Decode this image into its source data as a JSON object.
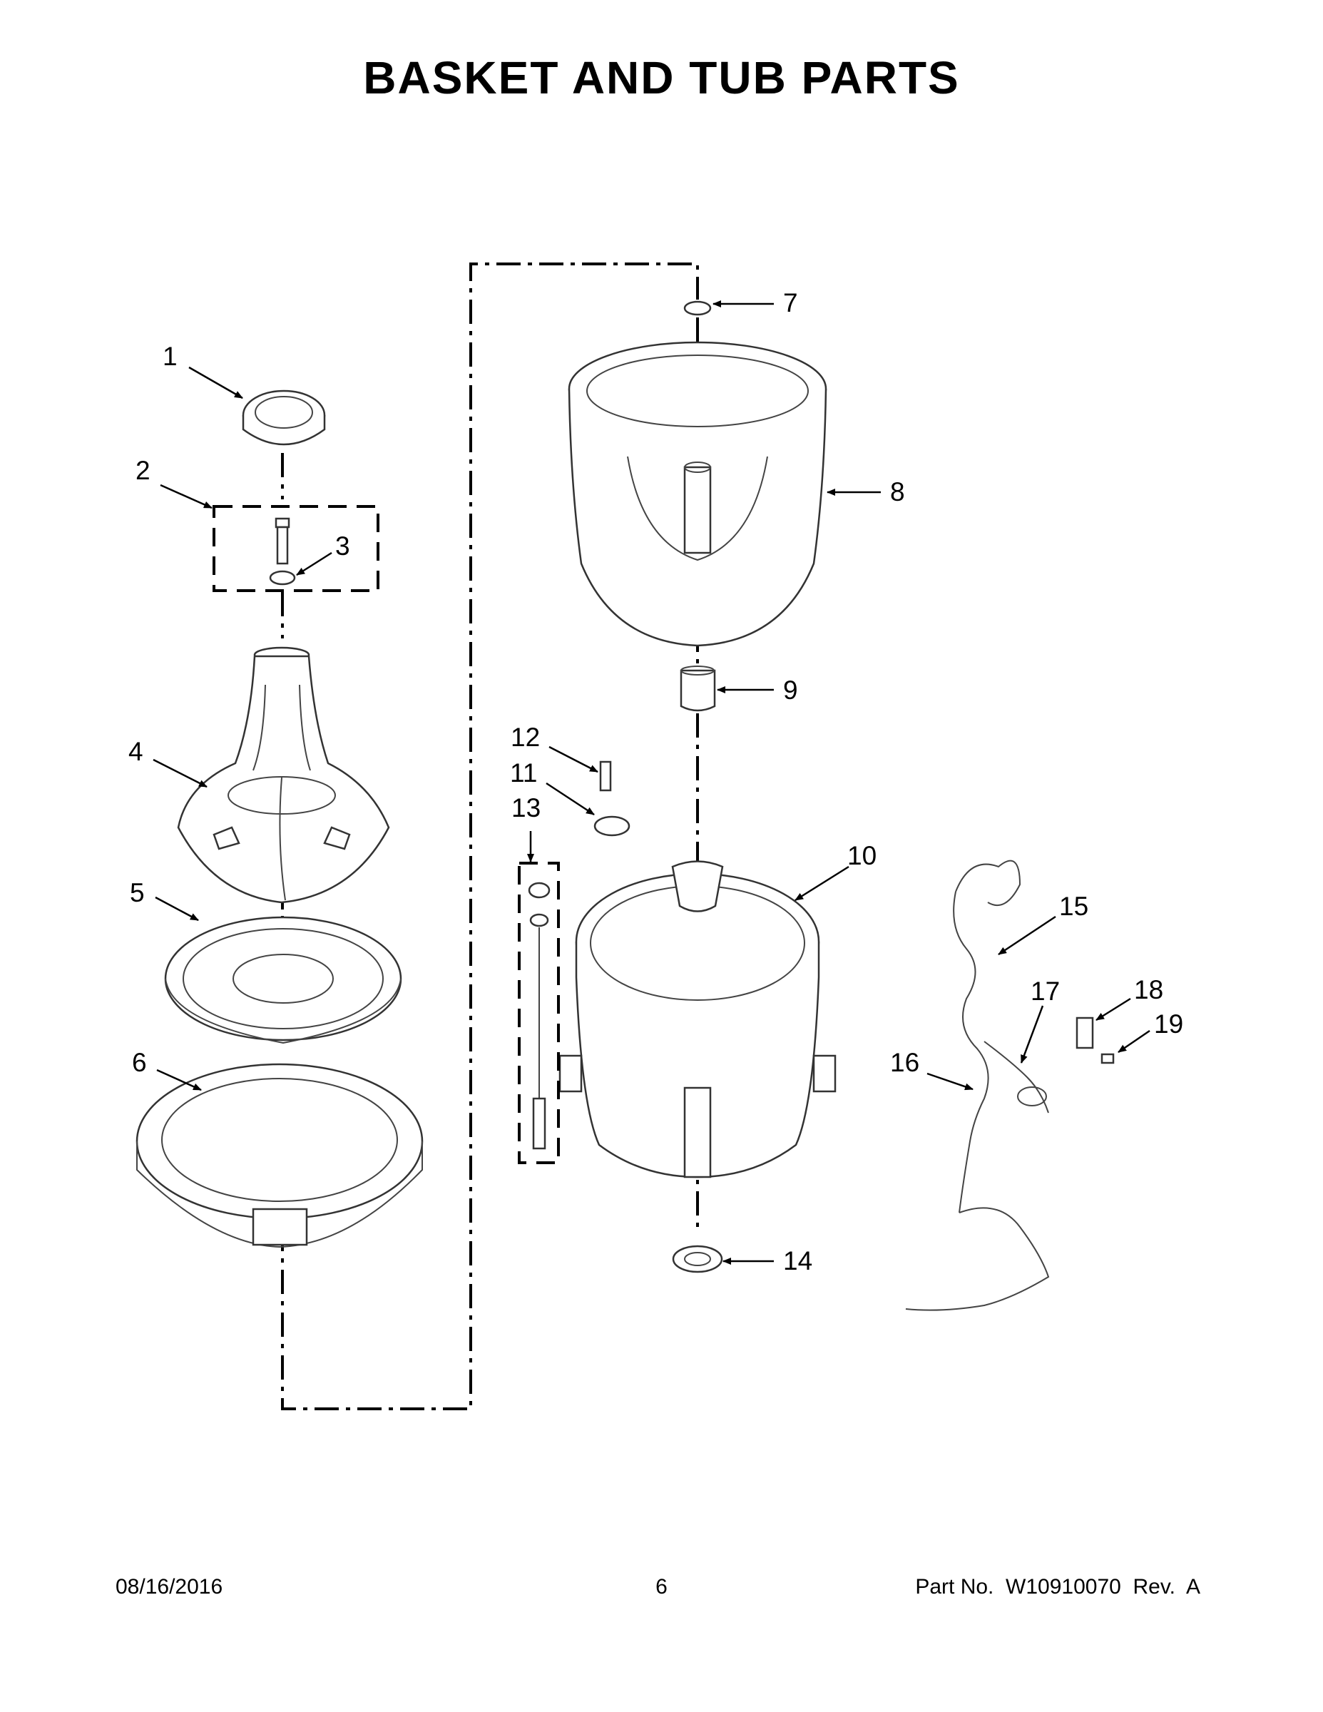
{
  "title": "BASKET AND TUB PARTS",
  "callouts": [
    {
      "id": "1",
      "label": "1"
    },
    {
      "id": "2",
      "label": "2"
    },
    {
      "id": "3",
      "label": "3"
    },
    {
      "id": "4",
      "label": "4"
    },
    {
      "id": "5",
      "label": "5"
    },
    {
      "id": "6",
      "label": "6"
    },
    {
      "id": "7",
      "label": "7"
    },
    {
      "id": "8",
      "label": "8"
    },
    {
      "id": "9",
      "label": "9"
    },
    {
      "id": "10",
      "label": "10"
    },
    {
      "id": "11",
      "label": "11"
    },
    {
      "id": "12",
      "label": "12"
    },
    {
      "id": "13",
      "label": "13"
    },
    {
      "id": "14",
      "label": "14"
    },
    {
      "id": "15",
      "label": "15"
    },
    {
      "id": "16",
      "label": "16"
    },
    {
      "id": "17",
      "label": "17"
    },
    {
      "id": "18",
      "label": "18"
    },
    {
      "id": "19",
      "label": "19"
    }
  ],
  "footer": {
    "date": "08/16/2016",
    "page": "6",
    "part_number": "Part No.  W10910070  Rev.  A"
  }
}
